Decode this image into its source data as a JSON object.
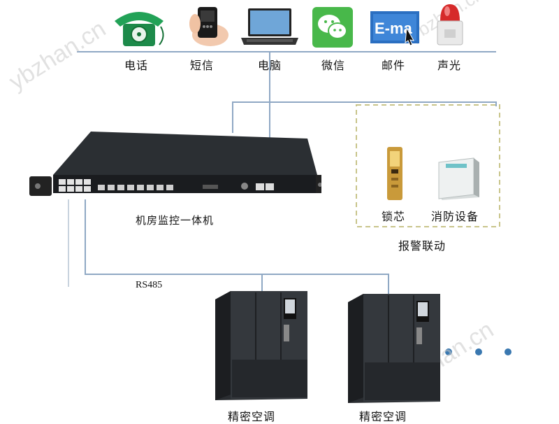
{
  "channels": [
    {
      "label": "电话",
      "icon": "telephone-icon"
    },
    {
      "label": "短信",
      "icon": "sms-phone-icon"
    },
    {
      "label": "电脑",
      "icon": "laptop-icon"
    },
    {
      "label": "微信",
      "icon": "wechat-icon"
    },
    {
      "label": "邮件",
      "icon": "email-icon"
    },
    {
      "label": "声光",
      "icon": "siren-icon"
    }
  ],
  "device_label": "机房监控一体机",
  "alarm": {
    "items": [
      {
        "label": "锁芯",
        "icon": "door-lock-icon"
      },
      {
        "label": "消防设备",
        "icon": "fire-equipment-icon"
      }
    ],
    "caption": "报警联动"
  },
  "bus_label": "RS485",
  "ac_units": [
    {
      "label": "精密空调",
      "icon": "precision-ac-icon"
    },
    {
      "label": "精密空调",
      "icon": "precision-ac-icon"
    }
  ],
  "watermarks": [
    "ybzhan.cn",
    "ybzhan.cn",
    "ybzhan.cn"
  ],
  "colors": {
    "line": "#8fa8c4",
    "alarm_border": "#c9c48a",
    "dots": "#3a78b0"
  }
}
